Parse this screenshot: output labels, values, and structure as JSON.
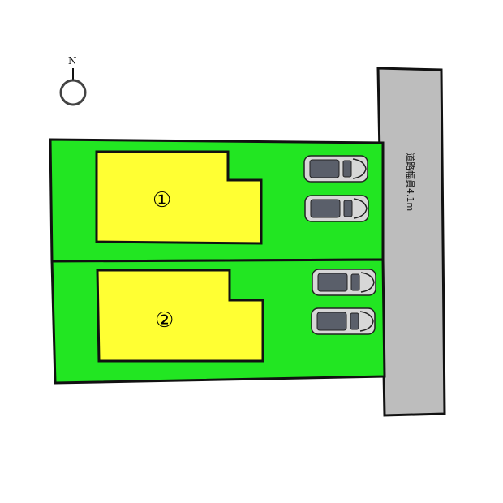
{
  "compass": {
    "north_label": "N"
  },
  "lots": [
    {
      "label": "①"
    },
    {
      "label": "②"
    }
  ],
  "road": {
    "label": "道路幅員4.1m"
  },
  "colors": {
    "lot": "#22e622",
    "house": "#ffff33",
    "road": "#bdbdbd"
  }
}
